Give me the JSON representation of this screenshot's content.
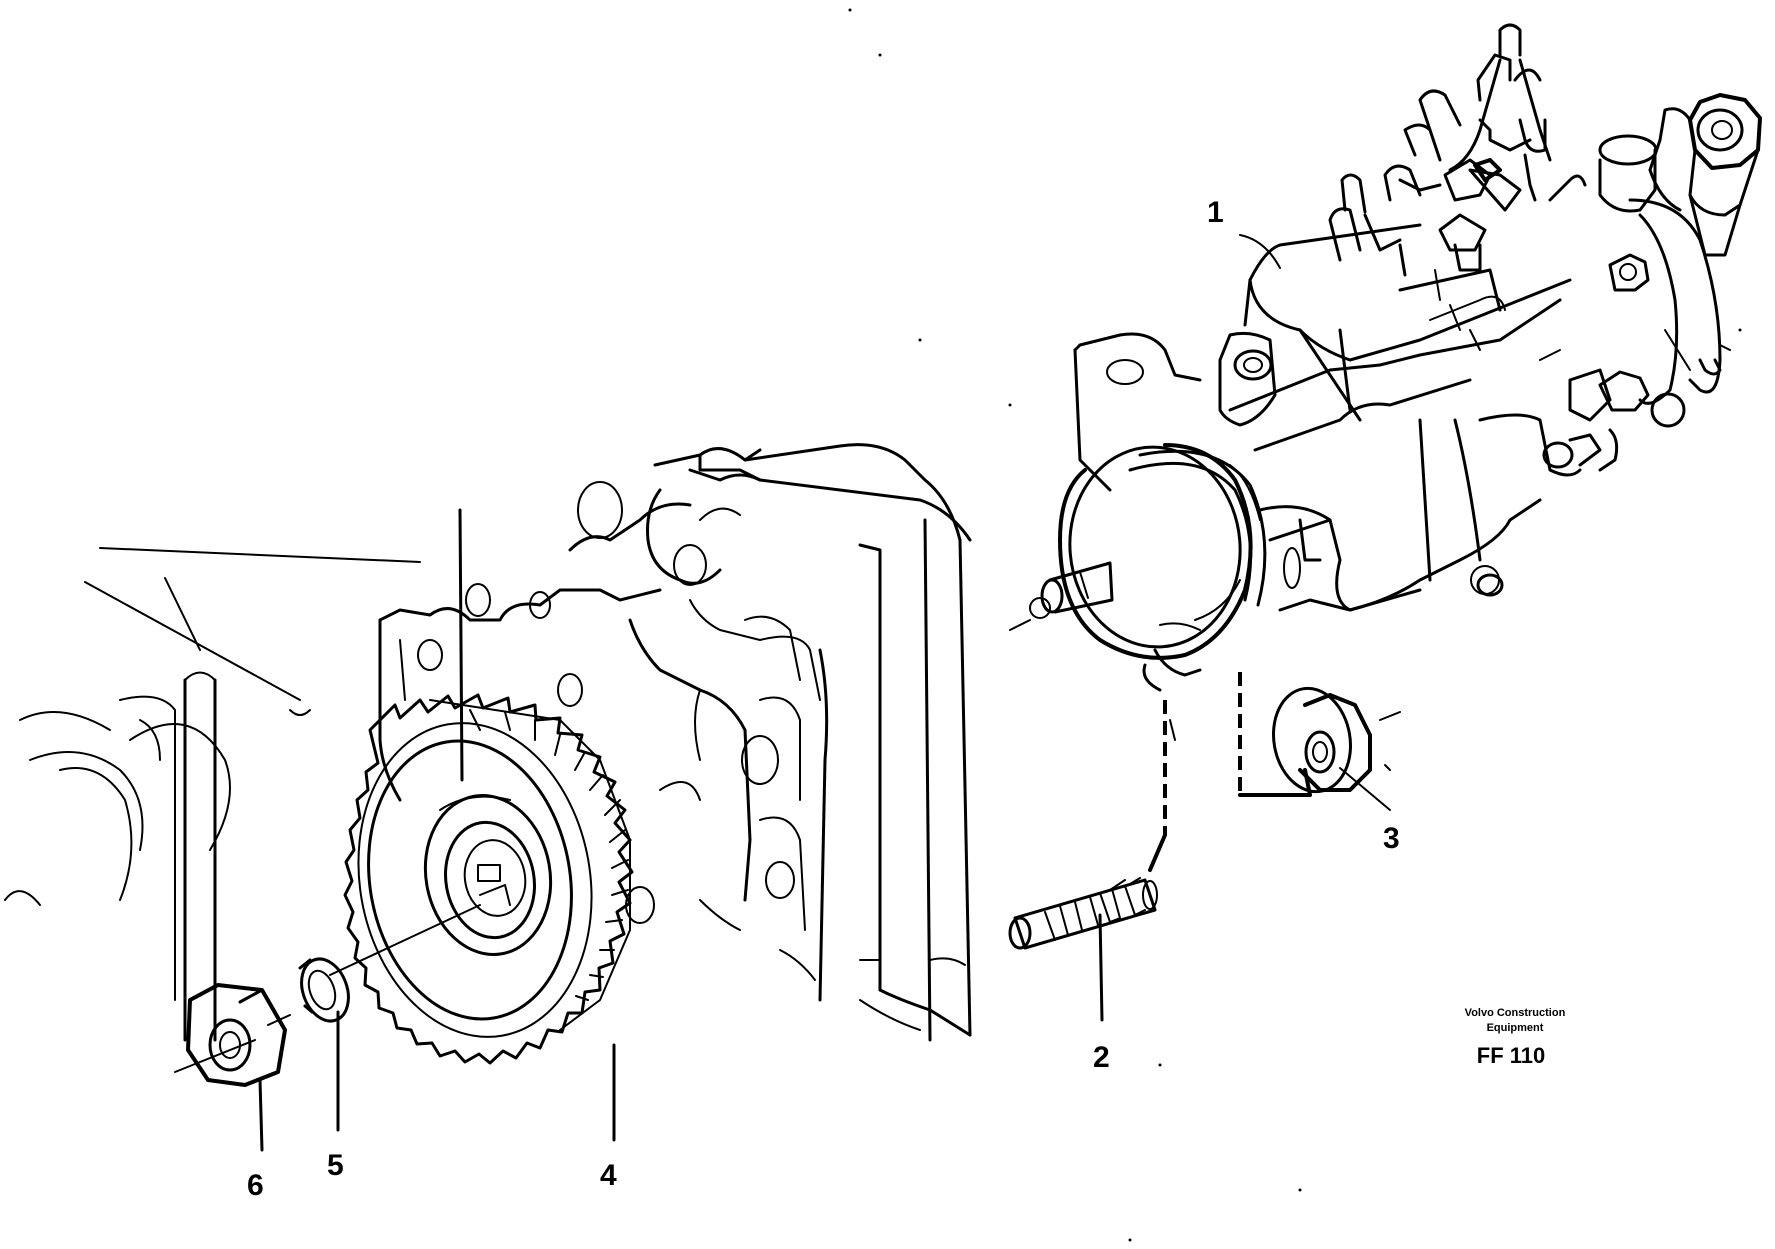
{
  "figure": {
    "callouts": [
      {
        "id": "1",
        "label": "1"
      },
      {
        "id": "2",
        "label": "2"
      },
      {
        "id": "3",
        "label": "3"
      },
      {
        "id": "4",
        "label": "4"
      },
      {
        "id": "5",
        "label": "5"
      },
      {
        "id": "6",
        "label": "6"
      }
    ],
    "caption": {
      "brand_line1": "Volvo Construction",
      "brand_line2": "Equipment",
      "code": "FF 110"
    }
  }
}
